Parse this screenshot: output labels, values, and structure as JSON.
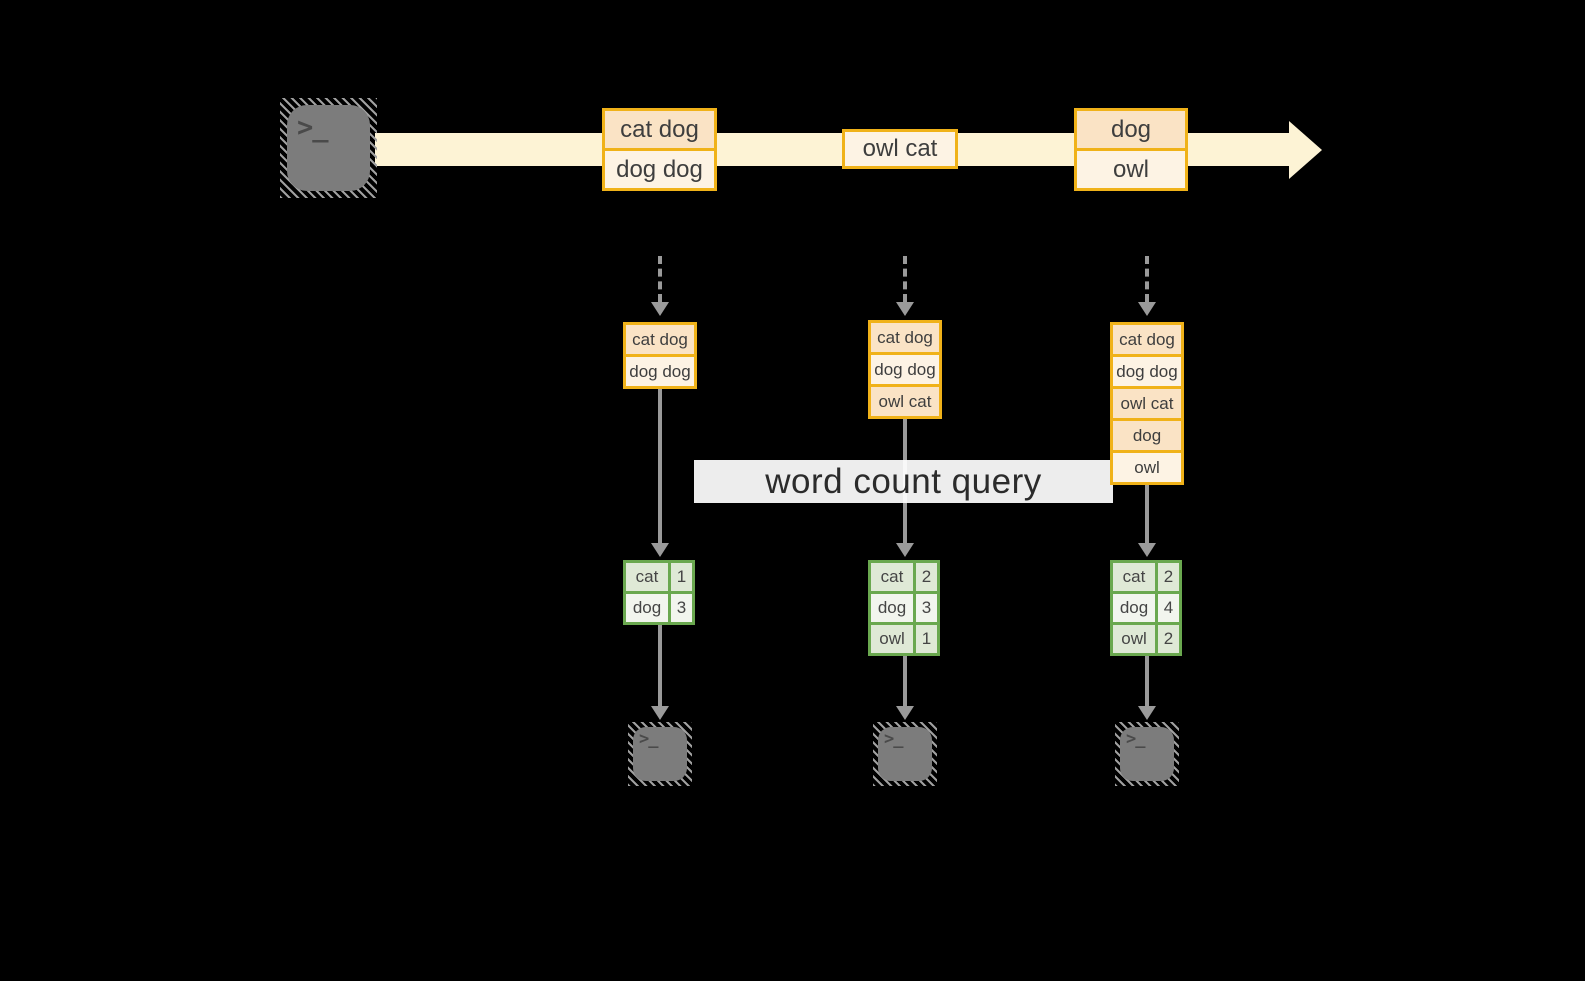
{
  "query_label": "word count query",
  "icons": {
    "terminal_glyph": ">_"
  },
  "stream": {
    "records": [
      {
        "lines": [
          "cat dog",
          "dog dog"
        ]
      },
      {
        "lines": [
          "owl cat"
        ]
      },
      {
        "lines": [
          "dog",
          "owl"
        ]
      }
    ]
  },
  "pipelines": [
    {
      "state": [
        "cat dog",
        "dog dog"
      ],
      "counts": [
        {
          "word": "cat",
          "count": "1"
        },
        {
          "word": "dog",
          "count": "3"
        }
      ]
    },
    {
      "state": [
        "cat dog",
        "dog dog",
        "owl cat"
      ],
      "counts": [
        {
          "word": "cat",
          "count": "2"
        },
        {
          "word": "dog",
          "count": "3"
        },
        {
          "word": "owl",
          "count": "1"
        }
      ]
    },
    {
      "state": [
        "cat dog",
        "dog dog",
        "owl cat",
        "dog",
        "owl"
      ],
      "counts": [
        {
          "word": "cat",
          "count": "2"
        },
        {
          "word": "dog",
          "count": "4"
        },
        {
          "word": "owl",
          "count": "2"
        }
      ]
    }
  ],
  "colors": {
    "background": "#000000",
    "stream_band": "#fdf3d5",
    "record_border": "#f0b219",
    "record_fill_peach": "#fae3c5",
    "record_fill_cream": "#fdf3e4",
    "table_border": "#6aa84f",
    "table_fill_dark": "#dfe9d6",
    "table_fill_light": "#f2f5ee",
    "arrow_gray": "#9a9a9a",
    "terminal_gray": "#7c7c7c",
    "label_background": "#ffffff"
  }
}
